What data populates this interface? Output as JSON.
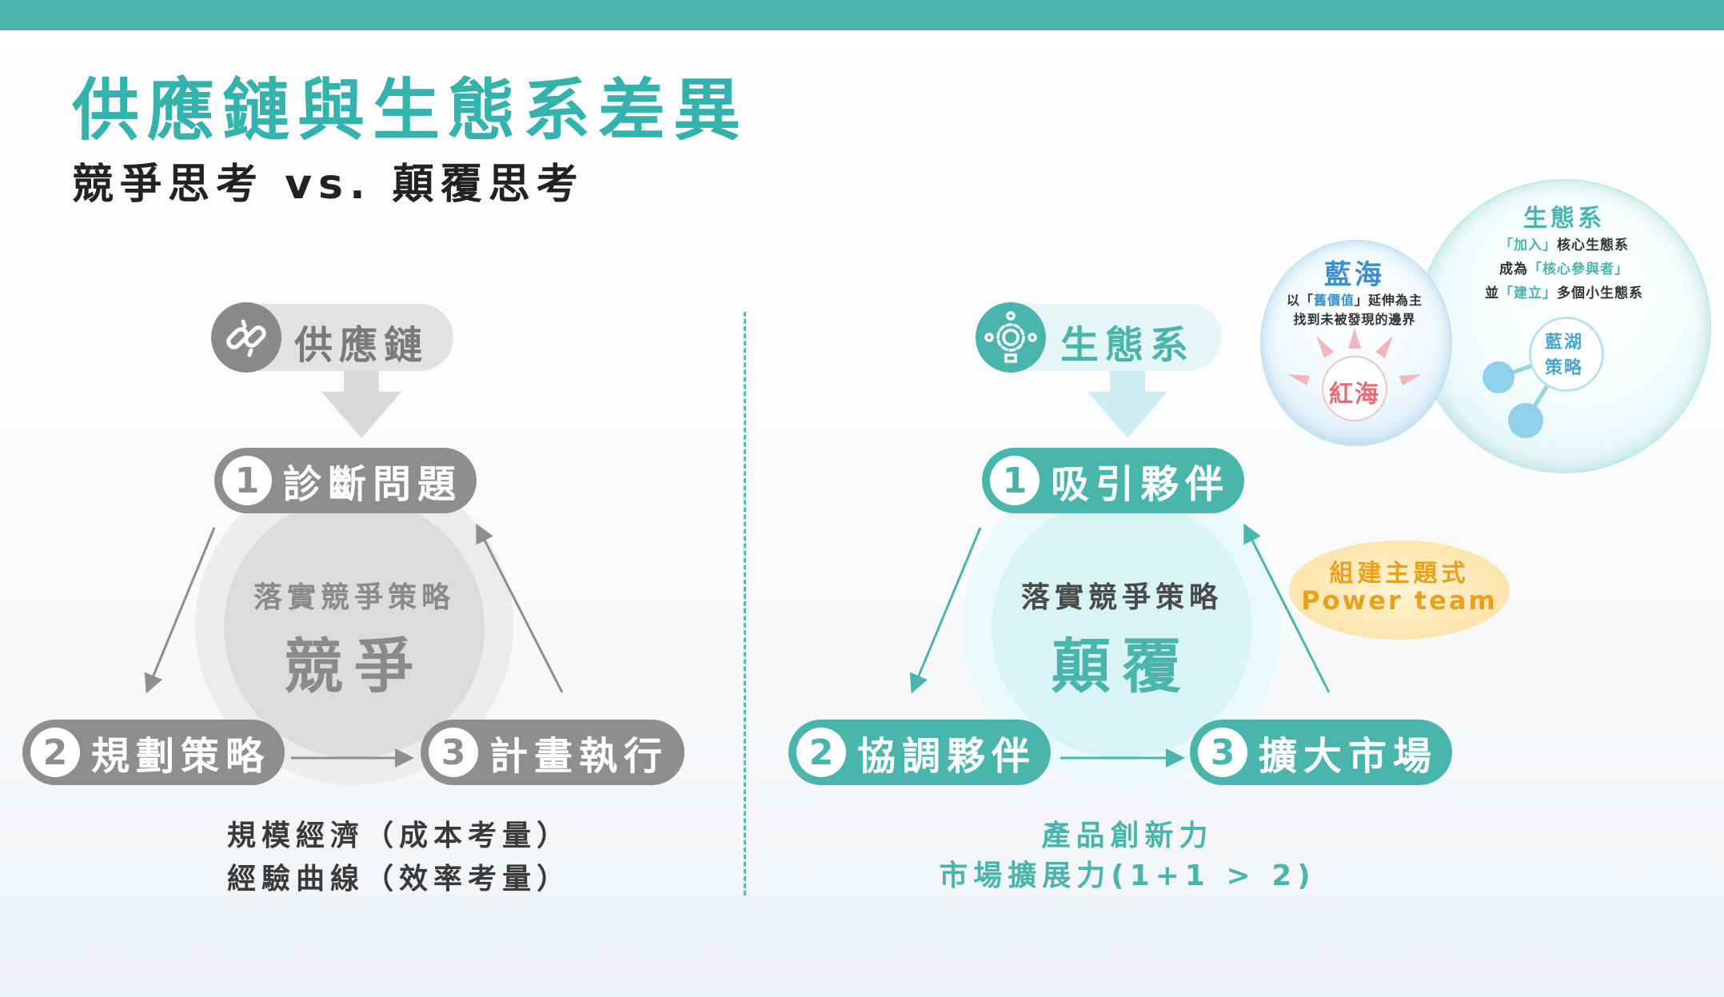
{
  "title": "供應鏈與生態系差異",
  "subtitle": "競爭思考 vs. 顛覆思考",
  "left": {
    "header": "供應鏈",
    "step1": {
      "num": "1",
      "label": "診斷問題"
    },
    "step2": {
      "num": "2",
      "label": "規劃策略"
    },
    "step3": {
      "num": "3",
      "label": "計畫執行"
    },
    "center_small": "落實競爭策略",
    "center_big": "競爭",
    "footer_line1": "規模經濟（成本考量）",
    "footer_line2": "經驗曲線（效率考量）",
    "icon": "broken-chain-icon"
  },
  "right": {
    "header": "生態系",
    "step1": {
      "num": "1",
      "label": "吸引夥伴"
    },
    "step2": {
      "num": "2",
      "label": "協調夥伴"
    },
    "step3": {
      "num": "3",
      "label": "擴大市場"
    },
    "center_small": "落實競爭策略",
    "center_big": "顛覆",
    "footer_line1": "產品創新力",
    "footer_line2": "市場擴展力(1+1 > 2)",
    "icon": "gear-network-icon",
    "badge_line1": "組建主題式",
    "badge_line2": "Power team"
  },
  "bubbles": {
    "blue_title": "藍海",
    "blue_line1_pre": "以「",
    "blue_line1_hl": "舊價值",
    "blue_line1_post": "」延伸為主",
    "blue_line2": "找到未被發現的邊界",
    "red_label": "紅海",
    "eco_title": "生態系",
    "eco_line1_hl": "「加入」",
    "eco_line1_post": "核心生態系",
    "eco_line2_pre": "成為",
    "eco_line2_hl": "「核心參與者」",
    "eco_line3_pre": "並",
    "eco_line3_hl": "「建立」",
    "eco_line3_post": "多個小生態系",
    "lake_line1": "藍湖",
    "lake_line2": "策略"
  },
  "colors": {
    "teal": "#4ab5ad",
    "gray": "#8e8e8e",
    "title": "#34b2ad",
    "orange": "#e9a01f",
    "red": "#e86a74",
    "blue": "#4a9fd8"
  }
}
